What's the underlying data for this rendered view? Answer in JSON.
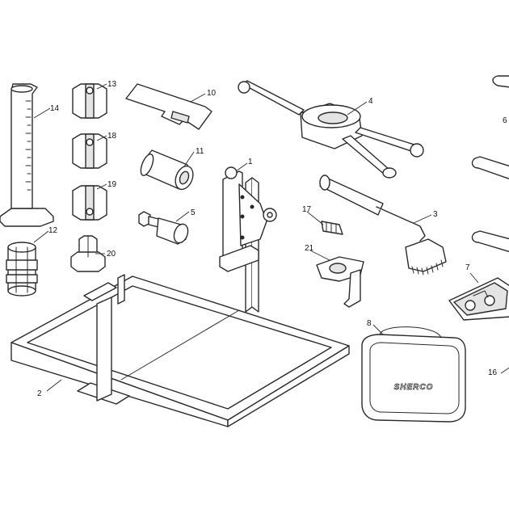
{
  "parts": [
    {
      "id": "1",
      "label": "1"
    },
    {
      "id": "2",
      "label": "2"
    },
    {
      "id": "3",
      "label": "3"
    },
    {
      "id": "4",
      "label": "4"
    },
    {
      "id": "5",
      "label": "5"
    },
    {
      "id": "6",
      "label": "6"
    },
    {
      "id": "7",
      "label": "7"
    },
    {
      "id": "8",
      "label": "8"
    },
    {
      "id": "10",
      "label": "10"
    },
    {
      "id": "11",
      "label": "11"
    },
    {
      "id": "12",
      "label": "12"
    },
    {
      "id": "13",
      "label": "13"
    },
    {
      "id": "14",
      "label": "14"
    },
    {
      "id": "16",
      "label": "16"
    },
    {
      "id": "17",
      "label": "17"
    },
    {
      "id": "18",
      "label": "18"
    },
    {
      "id": "19",
      "label": "19"
    },
    {
      "id": "20",
      "label": "20"
    },
    {
      "id": "21",
      "label": "21"
    }
  ],
  "bag_logo": "SHERCO"
}
